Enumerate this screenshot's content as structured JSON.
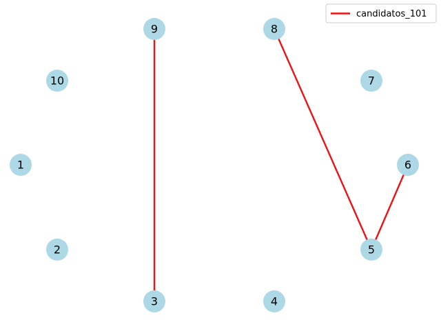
{
  "graph": {
    "node_color": "#add8e6",
    "edge_color": "#ee1111",
    "nodes": [
      {
        "id": "1",
        "label": "1"
      },
      {
        "id": "2",
        "label": "2"
      },
      {
        "id": "3",
        "label": "3"
      },
      {
        "id": "4",
        "label": "4"
      },
      {
        "id": "5",
        "label": "5"
      },
      {
        "id": "6",
        "label": "6"
      },
      {
        "id": "7",
        "label": "7"
      },
      {
        "id": "8",
        "label": "8"
      },
      {
        "id": "9",
        "label": "9"
      },
      {
        "id": "10",
        "label": "10"
      }
    ],
    "edges": [
      {
        "source": "9",
        "target": "3"
      },
      {
        "source": "8",
        "target": "5"
      },
      {
        "source": "5",
        "target": "6"
      }
    ]
  },
  "legend": {
    "entries": [
      {
        "label": "candidatos_101",
        "color": "#ee1111"
      }
    ]
  }
}
